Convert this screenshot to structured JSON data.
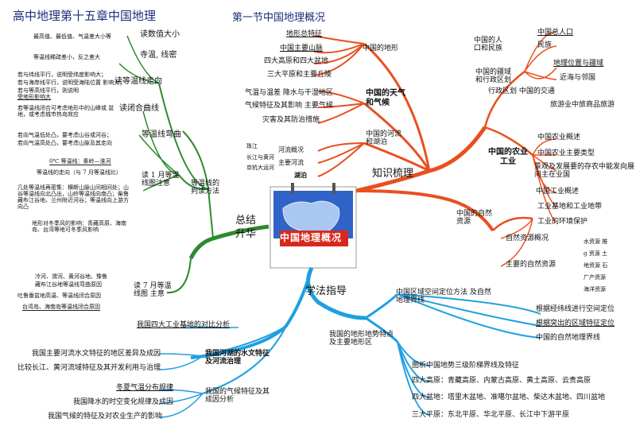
{
  "title_left": "高中地理第十五章中国地理",
  "title_center": "第一节中国地理概况",
  "center_label": "中国地理概况",
  "branches": {
    "summary": "总结\n升华",
    "knowledge": "知识梳理",
    "method": "学法指导"
  },
  "summary_nodes": {
    "read_values": "读数值大小",
    "read_bend": "读等温线走向",
    "read_wet": "寺温, 线密",
    "read_closed": "读闭合曲线",
    "read_curve": "等温线弯曲",
    "read_jan": "读 1 月等温线图注意",
    "isotherm_method": "等温线的判读方法",
    "read_jul": "读 7 月等温线图  主意",
    "items": [
      "最高值、最低值、气温差大小等",
      "等温线稀疏差小，反之差大",
      "若与纬线平行，说明受纬度影响大；",
      "若与海岸线平行，说明受海陆位置 影响大；",
      "若与等高线平行，则说明",
      "受地形影响大",
      "若等温线闭合可考虑地形中的山峰或 盆地，或考虑城市热岛效应",
      "若向气温低处凸，要考虑山谷或河谷；",
      "若向气温高处凸，要考虑山脉及其走向",
      "0℃ 等温线：秦岭—淮河",
      "等温线的走向（与 7 月等温线比）",
      "几处等温线再密集：横断山脉山间相间处；山谷等温线向北凸出，山岭等温线向南凸；柴鲁藏布江谷地、兰州附近河谷；等温线向上游方向凸",
      "地形对冬季风的影响：青藏高原、海南岛、台湾等地可冬季风影响",
      "冷河、渭河、黄河谷地、豫鲁",
      "藏布江谷地等温线弯曲原因",
      "吐鲁番盆地高温、等温线闭合原因",
      "台湾岛、海南岛等温线闭合原因"
    ]
  },
  "knowledge_nodes": {
    "terrain": "中国的地形",
    "terrain_items": [
      "地形总特征",
      "中国主要山脉",
      "四大高原和四大盆地",
      "三大平原和主要丘陵"
    ],
    "climate": "中国的天气和气候",
    "climate_items": [
      "气温与温差  降水与干湿地区",
      "气候特征及其影响  主要气候",
      "灾害及其防治措施"
    ],
    "river": "中国的河流和湖泊",
    "river_items": [
      "河流概况",
      "主要河流",
      "湖泊"
    ],
    "river_sub": [
      "珠江",
      "长江与黄河",
      "京杭大运河"
    ],
    "population": "中国的人口和民族",
    "population_items": [
      "中国总人口",
      "民族",
      "地理位置与疆域",
      "近海与邻国"
    ],
    "admin": "中国的疆域和行政区划",
    "admin_items": [
      "行政区划  中国的交通",
      "旅游业中旅商品旅游"
    ],
    "agriculture": "中国的农业工业",
    "agri_items": [
      "中国农业概述",
      "中国农业主要类型",
      "景观及发展要的存农中能发向展问主在业国",
      "中国工业概述",
      "工业基地和工业地带",
      "工业的环境保护"
    ],
    "resources": "中国的自然资源",
    "resource_items": [
      "自然资源概况",
      "主要的自然资源"
    ],
    "resource_types": [
      "水资源 推",
      "g 资源 土",
      "地资源 石",
      "广产资源",
      "海洋资源"
    ]
  },
  "method_nodes": {
    "region_locate": "中国区域空间定位方法 及自然地理界线",
    "line_locate": [
      "根据经纬线进行空间定位",
      "根据突出的区域特征定位",
      "中国的自然地理界线"
    ],
    "terrain_region": "我国的地形地势特点 及主要地形区",
    "terrain_items": [
      "图析中国地势三级阶梯界线及特征",
      "四大高原：青藏高原、内蒙古高原、黄土高原、云贵高原",
      "四大盆地：塔里木盆地、准噶尔盆地、柴达木盆地、四川盆地",
      "三大平原：东北平原、华北平原、长江中下游平原"
    ],
    "comparison": "我国四大工业基地的对比分析",
    "river_region": "我国河湖的水文特征及河流治理",
    "river_items": [
      "我国主要河流水文特征的地区差异及成因",
      "比较长江、黄河流域特征及其开发利用与治理"
    ],
    "climate_region": "我国的气候特征及其成因分析",
    "climate_items": [
      "冬夏气温分布规律",
      "我国降水的时空变化规律及成因",
      "我国气候的特征及对农业生产的影响"
    ]
  },
  "colors": {
    "summary_branch": "#2c8a2f",
    "knowledge_branch": "#e8501e",
    "method_branch": "#1ea0e0",
    "card_blue": "#2f63c8",
    "card_red": "#d8281c"
  }
}
